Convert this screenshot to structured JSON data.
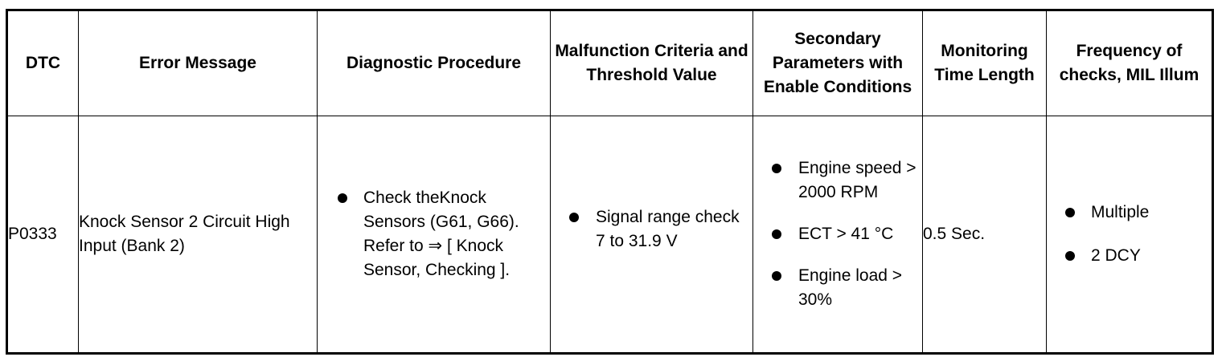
{
  "headers": {
    "dtc": "DTC",
    "error_message": "Error Message",
    "diagnostic_procedure": "Diagnostic Procedure",
    "malfunction_criteria": "Malfunction Criteria and Threshold Value",
    "secondary_parameters": "Secondary Parameters with Enable Conditions",
    "monitoring_time": "Monitoring Time Length",
    "frequency": "Frequency of checks, MIL Illum"
  },
  "row": {
    "dtc": "P0333",
    "error_message": "Knock Sensor 2 Circuit High Input (Bank 2)",
    "diagnostic_procedure": [
      "Check theKnock Sensors (G61, G66). Refer to ⇒ [ Knock Sensor, Checking ]."
    ],
    "malfunction_criteria": [
      "Signal range check 7 to 31.9 V"
    ],
    "secondary_parameters": [
      "Engine speed > 2000 RPM",
      "ECT > 41 °C",
      "Engine load > 30%"
    ],
    "monitoring_time": "0.5 Sec.",
    "frequency": [
      "Multiple",
      "2 DCY"
    ]
  }
}
